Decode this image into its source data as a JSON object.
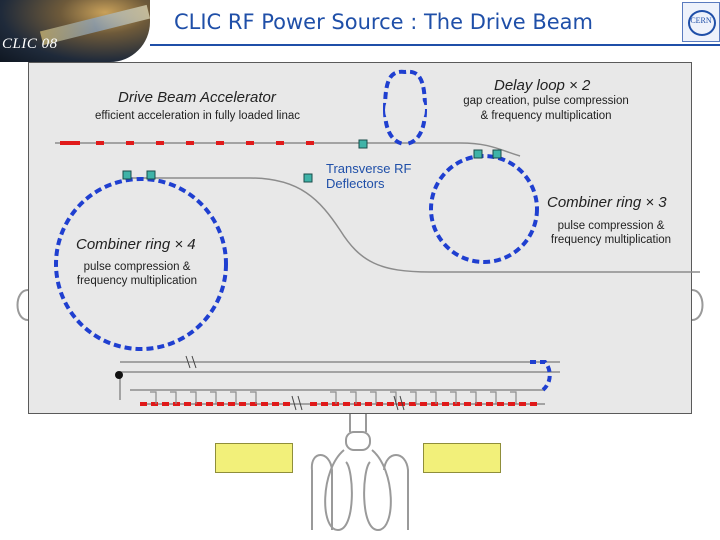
{
  "header": {
    "badge": "CLIC 08",
    "title": "CLIC RF Power Source : The Drive Beam",
    "logo": "CERN"
  },
  "labels": {
    "drive_beam_accelerator": "Drive Beam Accelerator",
    "drive_beam_sub": "efficient acceleration in fully loaded linac",
    "delay_loop": "Delay loop × 2",
    "delay_loop_sub_1": "gap creation, pulse compression",
    "delay_loop_sub_2": "& frequency multiplication",
    "transverse_rf_1": "Transverse RF",
    "transverse_rf_2": "Deflectors",
    "combiner3": "Combiner ring × 3",
    "combiner3_sub_1": "pulse compression &",
    "combiner3_sub_2": "frequency multiplication",
    "combiner4": "Combiner ring × 4",
    "combiner4_sub_1": "pulse compression &",
    "combiner4_sub_2": "frequency multiplication"
  },
  "colors": {
    "beam_blue": "#1f3fd0",
    "beam_red": "#e01a1a",
    "deflector": "#3fb3a8",
    "title": "#1f4fa8",
    "panel": "#e8e8e8"
  }
}
